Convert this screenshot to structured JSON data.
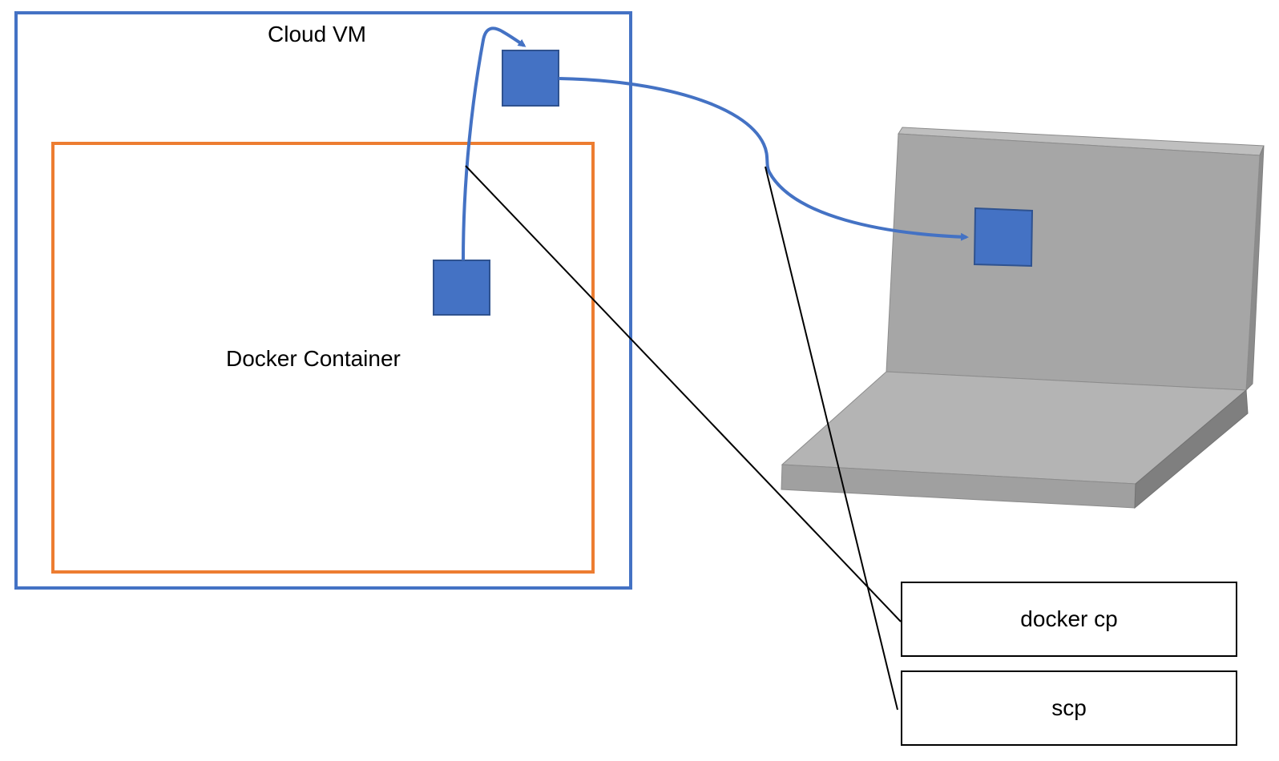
{
  "labels": {
    "cloud_vm": "Cloud VM",
    "docker_container": "Docker Container",
    "docker_cp": "docker cp",
    "scp": "scp"
  },
  "colors": {
    "cloud_vm_border": "#4472c4",
    "container_border": "#ed7d31",
    "file_fill": "#4472c4",
    "file_stroke": "#2f528f",
    "arrow": "#4472c4",
    "laptop_screen": "#a6a6a6",
    "laptop_screen_top": "#bfbfbf",
    "laptop_screen_side": "#8c8c8c",
    "laptop_base_top": "#b4b4b4",
    "laptop_base_front": "#a0a0a0",
    "laptop_base_side": "#7f7f7f",
    "leader_line": "#000000"
  }
}
